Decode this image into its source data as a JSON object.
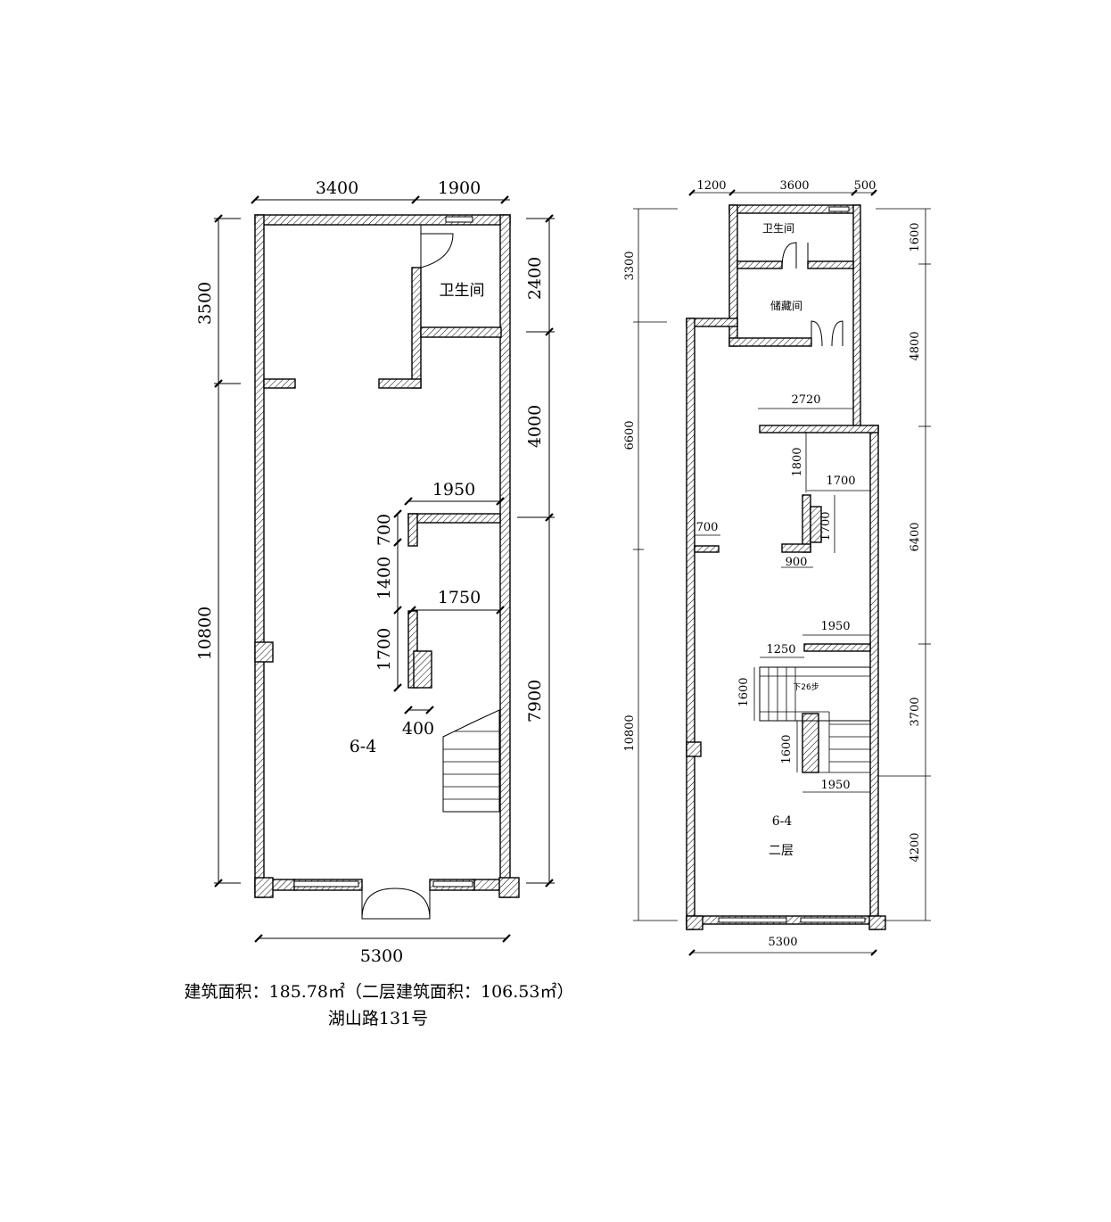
{
  "floor1": {
    "dims": {
      "top_a": "3400",
      "top_b": "1900",
      "left_upper": "3500",
      "left_total": "10800",
      "right_a": "2400",
      "right_b": "4000",
      "right_c": "7900",
      "inner_1950": "1950",
      "inner_1750": "1750",
      "v_700": "700",
      "v_1400": "1400",
      "v_1700": "1700",
      "h_400": "400",
      "bottom": "5300"
    },
    "rooms": {
      "bathroom": "卫生间",
      "unit": "6-4"
    }
  },
  "floor2": {
    "dims": {
      "top_a": "1200",
      "top_b": "3600",
      "top_c": "500",
      "left_3300": "3300",
      "left_6600": "6600",
      "left_10800": "10800",
      "right_1600": "1600",
      "right_4800": "4800",
      "right_6400": "6400",
      "right_3700": "3700",
      "right_4200": "4200",
      "d_2720": "2720",
      "d_1800": "1800",
      "d_1700h": "1700",
      "d_1700v": "1700",
      "d_900": "900",
      "d_700": "700",
      "d_1950a": "1950",
      "d_1250": "1250",
      "d_1600a": "1600",
      "d_1600b": "1600",
      "d_1950b": "1950",
      "bottom": "5300"
    },
    "rooms": {
      "bathroom": "卫生间",
      "storage": "储藏间",
      "unit": "6-4",
      "floor_label": "二层",
      "stair_note": "下26步"
    }
  },
  "caption": {
    "area": "建筑面积：185.78㎡（二层建筑面积：106.53㎡）",
    "address": "湖山路131号"
  }
}
